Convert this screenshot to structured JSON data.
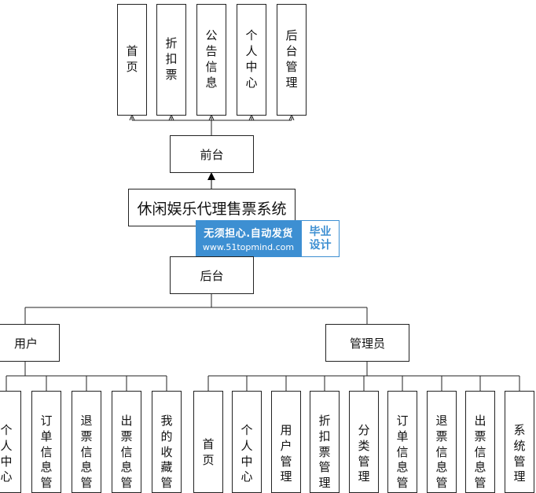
{
  "root": "休闲娱乐代理售票系统",
  "frontend": {
    "label": "前台",
    "modules": [
      "首页",
      "折扣票",
      "公告信息",
      "个人中心",
      "后台管理"
    ]
  },
  "backend": {
    "label": "后台",
    "user": {
      "label": "用户",
      "modules": [
        "个人中心",
        "订单信息管理",
        "退票信息管理",
        "出票信息管理",
        "我的收藏管理"
      ]
    },
    "admin": {
      "label": "管理员",
      "modules": [
        "首页",
        "个人中心",
        "用户管理",
        "折扣票管理",
        "分类管理",
        "订单信息管理",
        "退票信息管理",
        "出票信息管理",
        "系统管理"
      ]
    }
  },
  "watermark": {
    "slogan": "无须担心.自动发货",
    "url": "www.51topmind.com",
    "tag_line1": "毕业",
    "tag_line2": "设计"
  }
}
